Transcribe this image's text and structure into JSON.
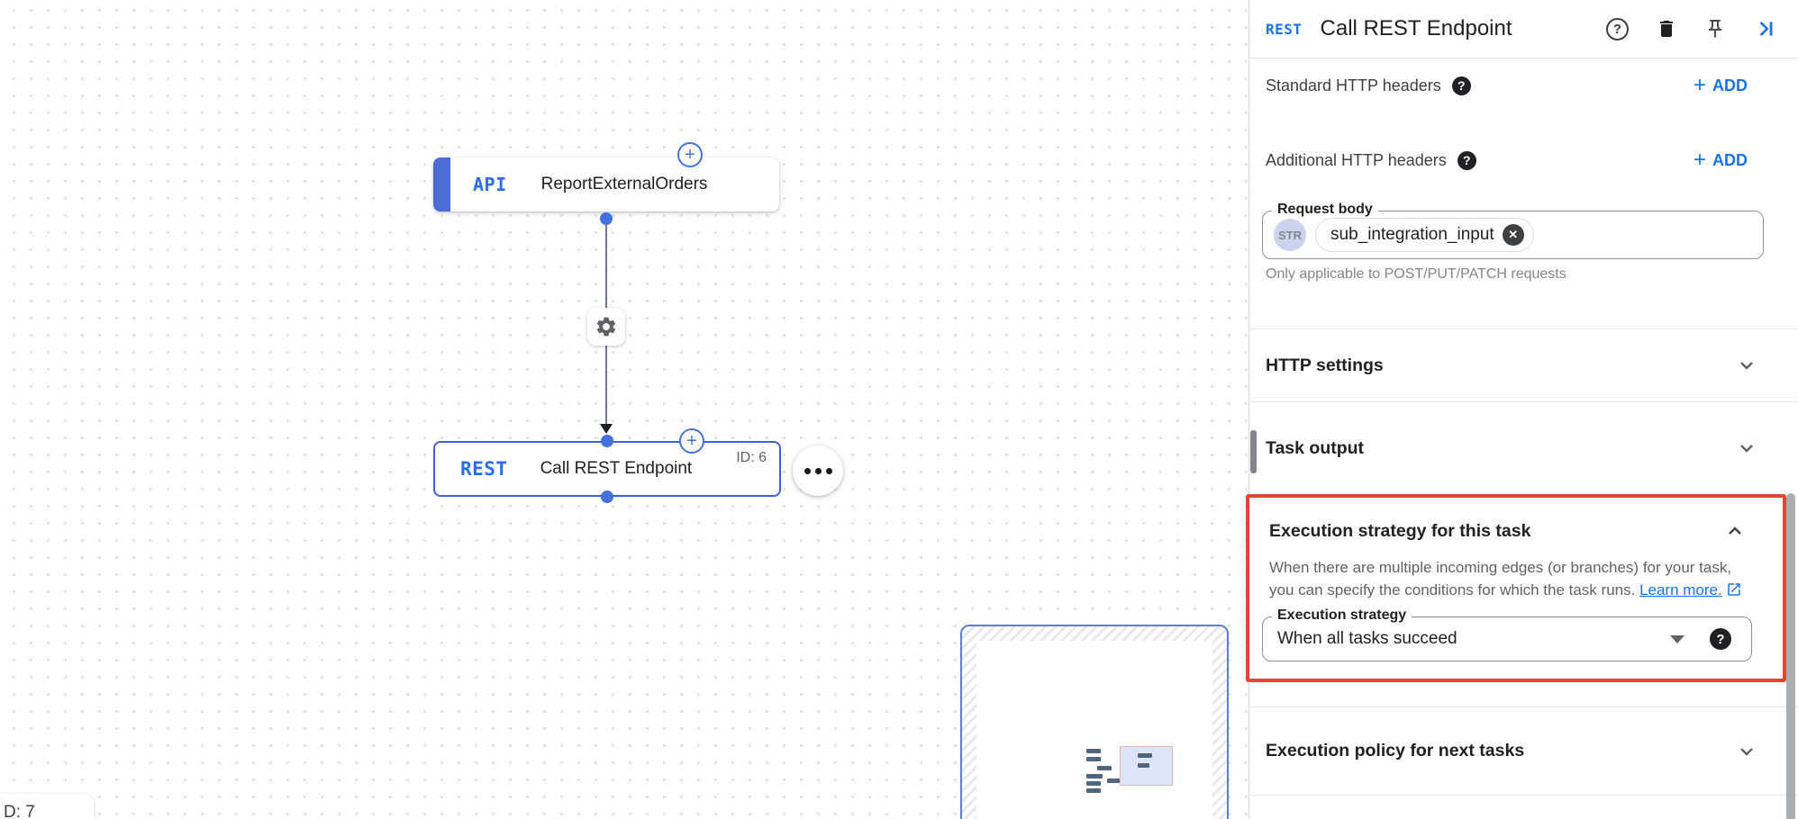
{
  "canvas": {
    "api_node": {
      "type_label": "API",
      "title": "ReportExternalOrders"
    },
    "rest_node": {
      "type_label": "REST",
      "title": "Call REST Endpoint",
      "id_label": "ID: 6"
    },
    "partial_node": {
      "id_label": "D: 7"
    }
  },
  "panel": {
    "header": {
      "type_badge": "REST",
      "title": "Call REST Endpoint"
    },
    "header_rows": [
      {
        "label": "Standard HTTP headers",
        "action_label": "ADD"
      },
      {
        "label": "Additional HTTP headers",
        "action_label": "ADD"
      }
    ],
    "request_body": {
      "label": "Request body",
      "type_chip": "STR",
      "value_chip": "sub_integration_input",
      "helper": "Only applicable to POST/PUT/PATCH requests"
    },
    "sections": {
      "http_settings": {
        "title": "HTTP settings"
      },
      "task_output": {
        "title": "Task output"
      },
      "execution_strategy": {
        "title": "Execution strategy for this task",
        "desc_line1": "When there are multiple incoming edges (or branches) for your task,",
        "desc_line2": "you can specify the conditions for which the task runs.",
        "link_label": "Learn more.",
        "field_label": "Execution strategy",
        "field_value": "When all tasks succeed"
      },
      "execution_policy": {
        "title": "Execution policy for next tasks"
      }
    }
  },
  "icons": {
    "plus": "+",
    "help": "?",
    "close": "✕"
  },
  "colors": {
    "accent_blue": "#1a73e8",
    "node_blue": "#3e63d6",
    "highlight_red": "#ea4335",
    "text_primary": "#202124",
    "text_secondary": "#5f6368"
  }
}
